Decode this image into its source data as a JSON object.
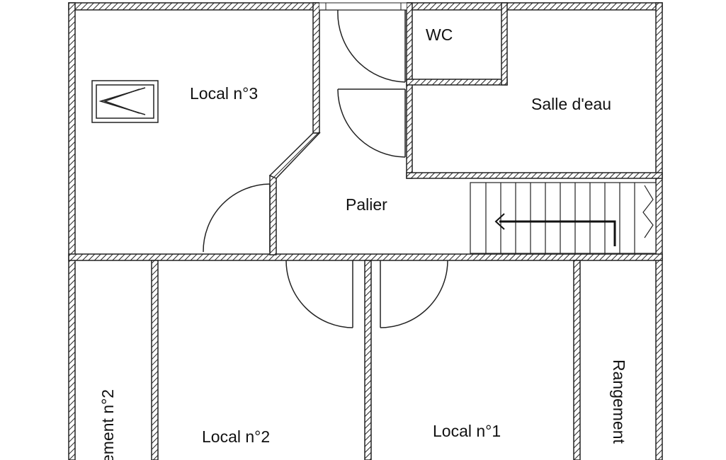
{
  "rooms": {
    "wc": "WC",
    "local3": "Local n°3",
    "salle_deau": "Salle d'eau",
    "palier": "Palier",
    "local2": "Local n°2",
    "local1": "Local n°1",
    "rangement2": "ement n°2",
    "rangement": "Rangement"
  },
  "colors": {
    "wall": "#222222",
    "background": "#ffffff"
  }
}
